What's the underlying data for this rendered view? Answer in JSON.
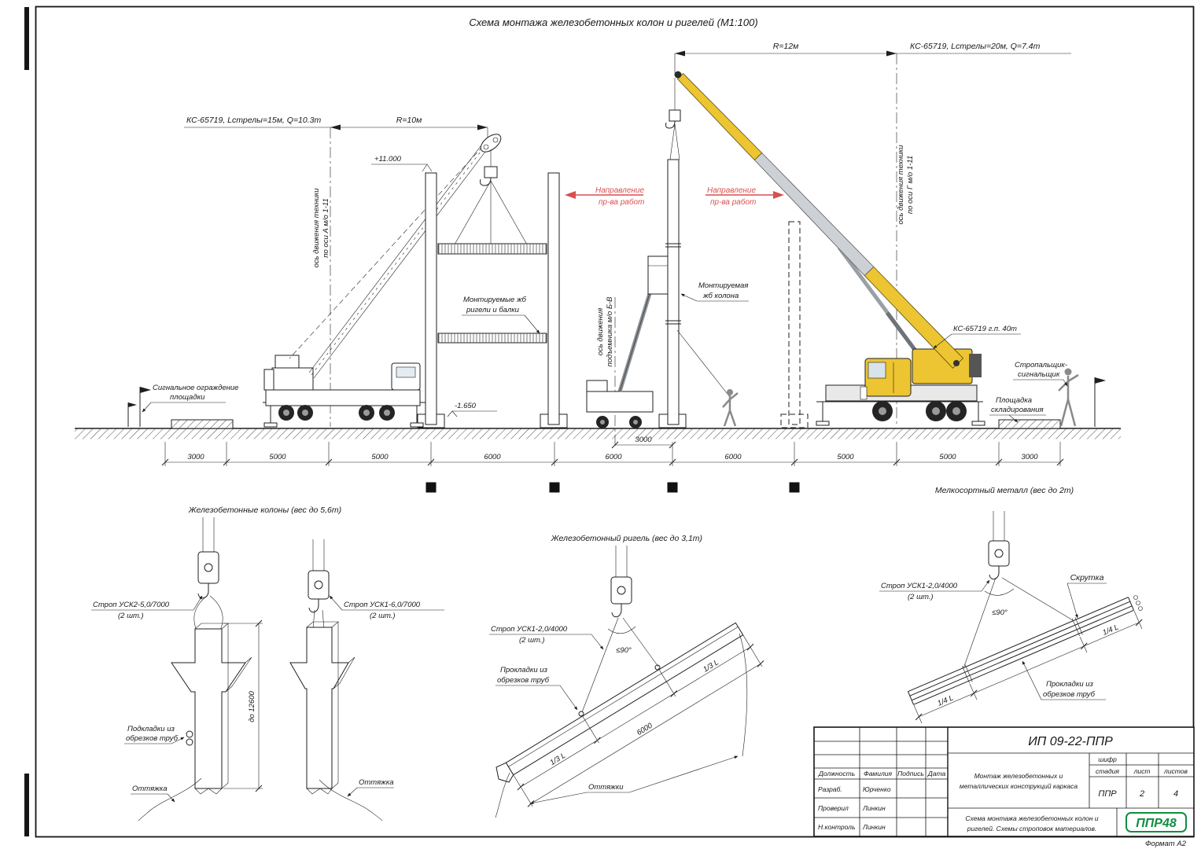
{
  "frame": {
    "format_note": "Формат А2"
  },
  "title": "Схема монтажа железобетонных колон и ригелей (М1:100)",
  "elev": {
    "crane_left": "КС-65719, Lстрелы=15м, Q=10.3т",
    "r_left": "R=10м",
    "crane_right": "КС-65719, Lстрелы=20м, Q=7.4т",
    "r_right": "R=12м",
    "mark_top": "+11.000",
    "mark_base": "-1.650",
    "dir": [
      "Направление",
      "пр-ва работ"
    ],
    "axis_a": [
      "ось движения техники",
      "по оси А м/о 1-11"
    ],
    "axis_g": [
      "ось движения техники",
      "по оси Г м/о 1-11"
    ],
    "axis_hoist": [
      "ось движения",
      "подъемника м/о Б-В"
    ],
    "beams_label": [
      "Монтируемые жб",
      "ригели и балки"
    ],
    "column_label": [
      "Монтируемая",
      "жб колона"
    ],
    "crane_cap": "КС-65719 г.п. 40т",
    "fence": [
      "Сигнальное ограждение",
      "площадки"
    ],
    "slinger": [
      "Стропальщик-",
      "сигнальщик"
    ],
    "storage": [
      "Площадка",
      "складирования"
    ],
    "dim_gap": "3000",
    "dims": [
      "3000",
      "5000",
      "5000",
      "6000",
      "6000",
      "6000",
      "5000",
      "5000",
      "3000"
    ]
  },
  "details": {
    "columns_title": "Железобетонные колоны (вес до 5,6т)",
    "beam_title": "Железобетонный ригель (вес до 3,1т)",
    "metal_title": "Мелкосортный металл (вес до 2т)",
    "sling_usk2": [
      "Строп УСК2-5,0/7000",
      "(2 шт.)"
    ],
    "sling_usk16": [
      "Строп УСК1-6,0/7000",
      "(2 шт.)"
    ],
    "sling_usk12a": [
      "Строп УСК1-2,0/4000",
      "(2 шт.)"
    ],
    "sling_usk12b": [
      "Строп УСК1-2,0/4000",
      "(2 шт.)"
    ],
    "pads_a": [
      "Подкладки из",
      "обрезков труб"
    ],
    "pads_c": [
      "Прокладки из",
      "обрезков труб"
    ],
    "pads_d": [
      "Прокладки из",
      "обрезков труб"
    ],
    "guy_a": "Оттяжка",
    "guy_b": "Оттяжка",
    "guys_c": "Оттяжки",
    "twist": "Скрутка",
    "angle_c": "≤90°",
    "angle_d": "≤90°",
    "dim_col": "до 12600",
    "dim_third_1": "1/3 L",
    "dim_third_2": "1/3 L",
    "dim_beam": "6000",
    "dim_quarter_1": "1/4 L",
    "dim_quarter_2": "1/4 L"
  },
  "titleblock": {
    "doc_code": "ИП 09-22-ППР",
    "col_role": "Должность",
    "col_name": "Фамилия",
    "col_sign": "Подпись",
    "col_date": "Дата",
    "rows": [
      {
        "role": "Разраб.",
        "name": "Юрченко"
      },
      {
        "role": "Проверил",
        "name": "Линкин"
      },
      {
        "role": "Н.контроль",
        "name": "Линкин"
      }
    ],
    "project": [
      "Монтаж железобетонных и",
      "металлических конструкций каркаса"
    ],
    "shifr": "шифр",
    "stage_h": "стадия",
    "sheet_h": "лист",
    "sheets_h": "листов",
    "stage_v": "ППР",
    "sheet_v": "2",
    "sheets_v": "4",
    "sheet_title": [
      "Схема монтажа железобетонных колон и",
      "ригелей. Схемы строповок материалов."
    ],
    "logo": "ППР48"
  },
  "colors": {
    "crane_yellow": "#edc431",
    "boom_silver": "#cdd0d4",
    "accent_red": "#d94f4f",
    "logo_green": "#0f8f3f"
  }
}
